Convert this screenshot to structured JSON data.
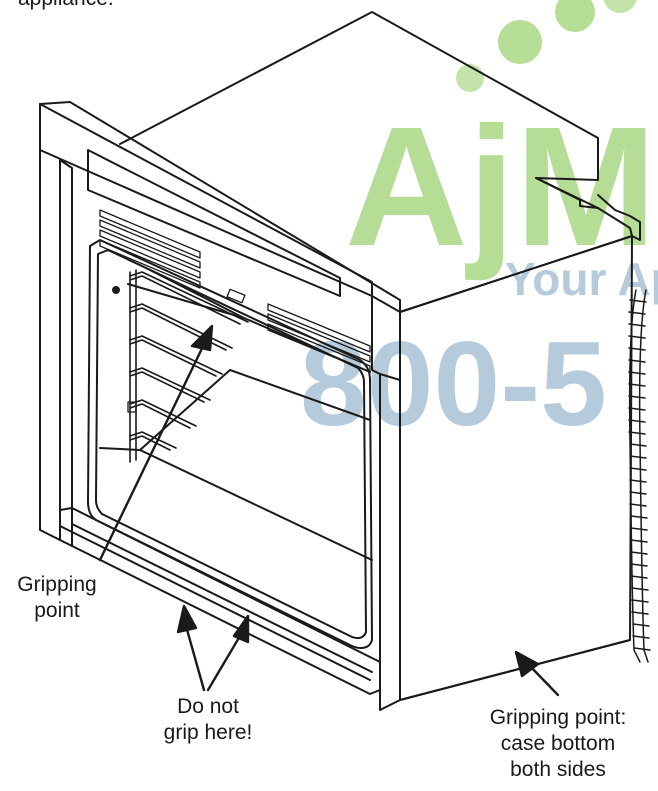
{
  "header_fragment": "appliance.",
  "watermark": {
    "brand": "AjM",
    "tagline": "Your Ap",
    "phone": "800-5",
    "color_green": "#7cc242",
    "color_blue": "#2d6c9e"
  },
  "labels": {
    "gripping_point": [
      "Gripping",
      "point"
    ],
    "do_not_grip": [
      "Do not",
      "grip here!"
    ],
    "gripping_point_case": [
      "Gripping point:",
      "case bottom",
      "both sides"
    ]
  },
  "colors": {
    "line": "#1a1a1a",
    "label": "#1a1a1a"
  }
}
